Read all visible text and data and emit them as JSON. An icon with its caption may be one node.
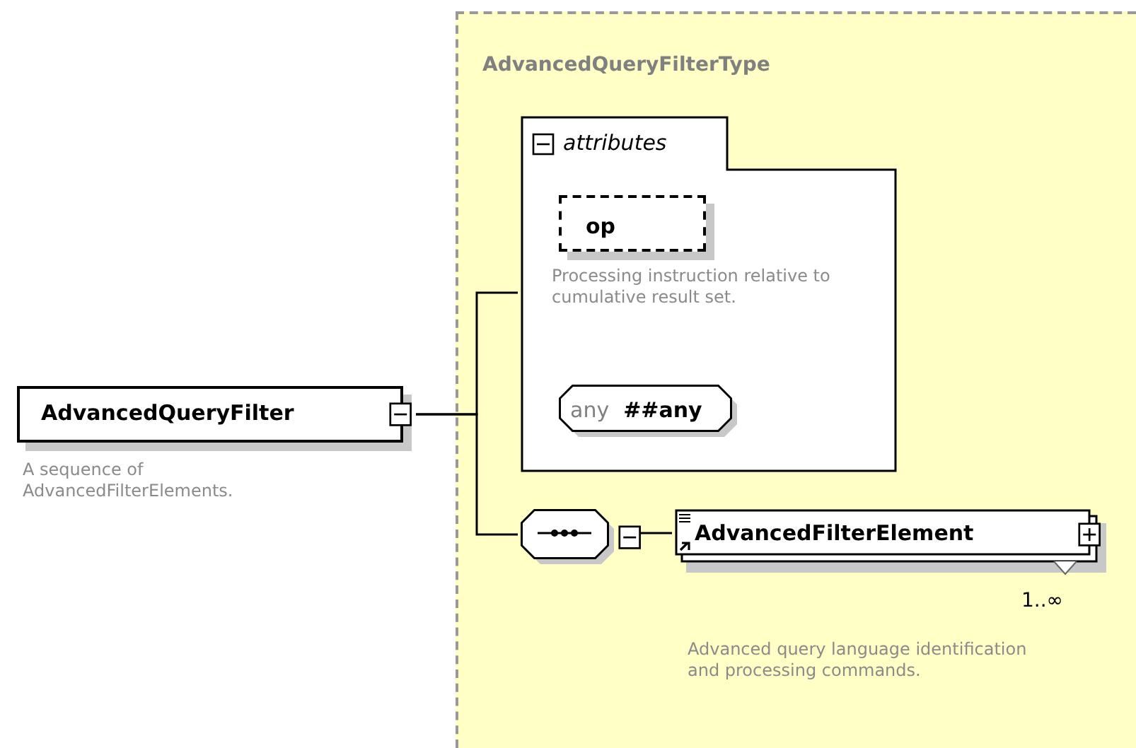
{
  "diagram": {
    "nodes": [
      {
        "text": [
          "AdvancedQueryFilter"
        ],
        "beside": [
          "A sequence of AdvancedFilterElements."
        ]
      },
      {
        "text": [
          "AdvancedQueryFilterType"
        ]
      },
      {
        "text": [
          "attributes"
        ],
        "in": 1
      },
      {
        "text": [
          "op"
        ],
        "in": 2,
        "beside": [
          "Processing instruction relative to cumulative result set."
        ]
      },
      {
        "text": [
          "any",
          "##any"
        ],
        "in": 2
      },
      {
        "text": [],
        "shape": "octagon",
        "in": 1
      },
      {
        "text": [
          "AdvancedFilterElement"
        ],
        "in": 1,
        "beside": [
          "1..∞",
          "Advanced query language identification and processing commands."
        ]
      }
    ],
    "edges": [
      {
        "from": 0,
        "to": 2,
        "arrow": "none"
      },
      {
        "from": 0,
        "to": 5,
        "arrow": "none"
      },
      {
        "from": 5,
        "to": 6,
        "arrow": "none"
      }
    ]
  }
}
